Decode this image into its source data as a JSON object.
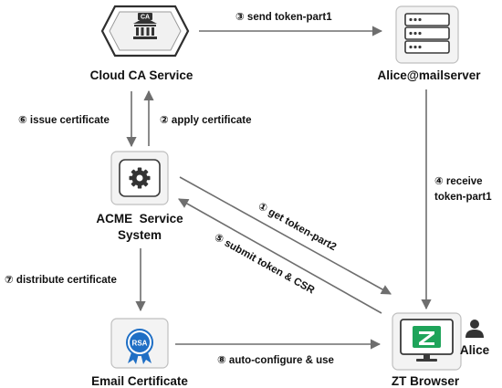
{
  "nodes": {
    "cloud_ca": {
      "label": "Cloud CA Service",
      "badge": "CA"
    },
    "mailserver": {
      "label": "Alice@mailserver"
    },
    "acme": {
      "label_line1": "ACME  Service",
      "label_line2": "System"
    },
    "email_cert": {
      "label": "Email Certificate",
      "badge": "RSA"
    },
    "zt_browser": {
      "label": "ZT Browser",
      "user": "Alice"
    }
  },
  "steps": {
    "send_token_part1": "③ send token-part1",
    "issue_certificate": "⑥ issue certificate",
    "apply_certificate": "② apply certificate",
    "receive_line1": "④ receive",
    "receive_line2": "token-part1",
    "get_token_part2": "① get token-part2",
    "submit_token_csr": "⑤ submit token & CSR",
    "distribute_certificate": "⑦ distribute certificate",
    "auto_configure": "⑧ auto-configure & use"
  },
  "colors": {
    "arrow": "#6e6e6e",
    "tile_bg": "#f3f3f3",
    "tile_border": "#bfbfbf",
    "icon_dark": "#3a3a3a",
    "rsa_blue": "#1f6fc5",
    "zt_green": "#1ea45a"
  }
}
